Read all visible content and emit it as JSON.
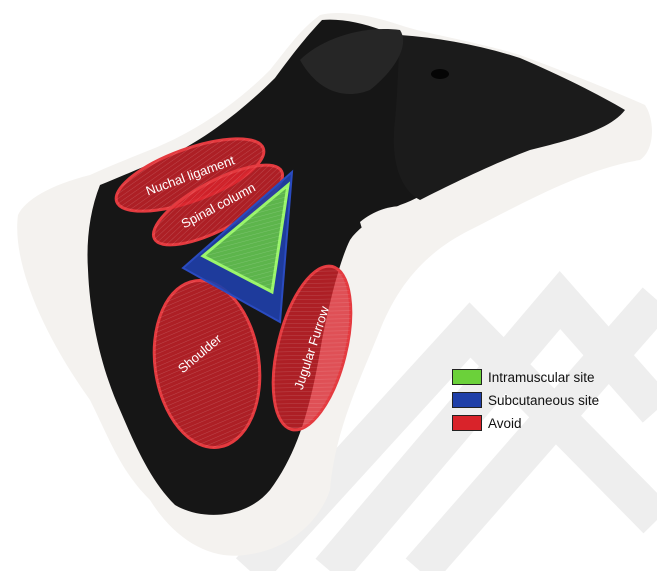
{
  "regions": {
    "nuchal_ligament": {
      "label": "Nuchal ligament"
    },
    "spinal_column": {
      "label": "Spinal column"
    },
    "shoulder": {
      "label": "Shoulder"
    },
    "jugular_furrow": {
      "label": "Jugular Furrow"
    }
  },
  "legend": {
    "items": [
      {
        "label": "Intramuscular site",
        "color": "#6bd13a"
      },
      {
        "label": "Subcutaneous site",
        "color": "#1f3fa8"
      },
      {
        "label": "Avoid",
        "color": "#d9232a"
      }
    ]
  },
  "colors": {
    "avoid": "#d9232a",
    "intramuscular": "#6bd13a",
    "subcutaneous": "#1f3fa8",
    "hide_black": "#161616",
    "hide_white": "#f4f2ef",
    "watermark": "#eeeeee"
  }
}
